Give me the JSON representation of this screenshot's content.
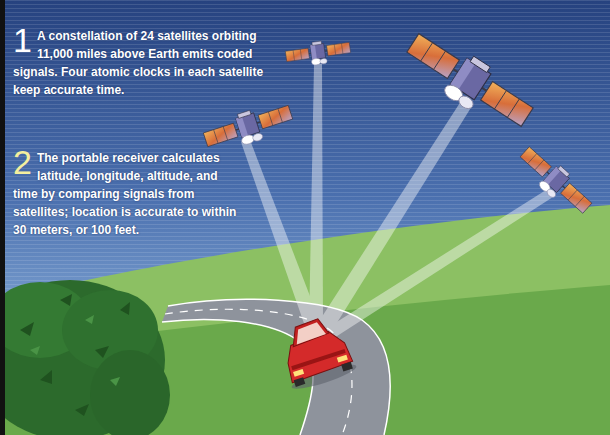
{
  "diagram": {
    "labels": [
      "1",
      "A constellation of 24 satellites orbiting 11,000 miles above Earth emits coded signals. Four atomic clocks in each satellite keep accurate time.",
      "2",
      "The portable receiver calculates latitude, longitude, altitude, and time by comparing signals from satellites; location is accurate to within 30 meters, or 100 feet."
    ]
  }
}
